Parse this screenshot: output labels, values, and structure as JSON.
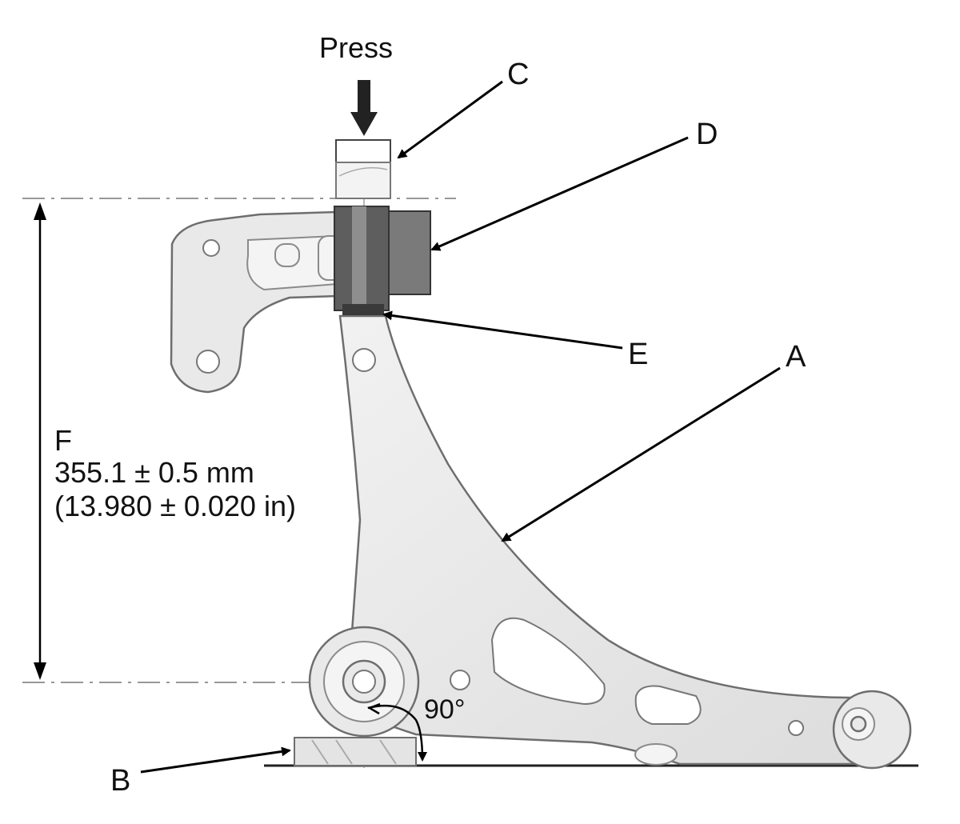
{
  "labels": {
    "press": "Press",
    "a": "A",
    "b": "B",
    "c": "C",
    "d": "D",
    "e": "E",
    "f": "F"
  },
  "dimension": {
    "metric": "355.1 ± 0.5 mm",
    "imperial": "(13.980 ± 0.020 in)"
  },
  "angle": "90°"
}
